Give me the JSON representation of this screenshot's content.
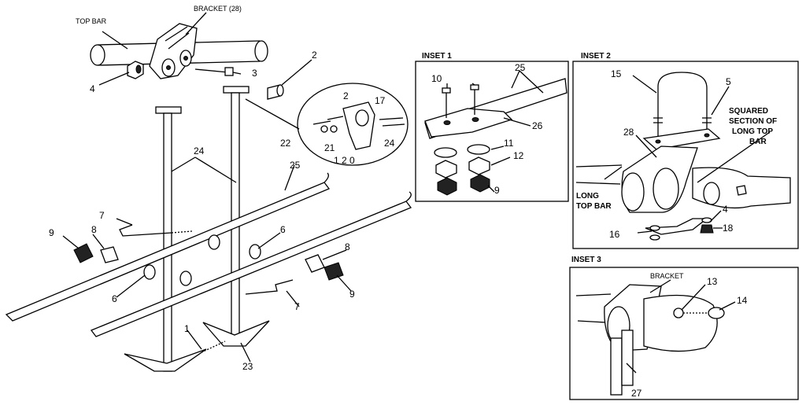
{
  "labels": {
    "top_bar": "TOP BAR",
    "bracket_main": "BRACKET (28)",
    "n4_left": "4",
    "n3": "3",
    "n2_top": "2",
    "n24_left": "24",
    "n25_left": "25",
    "n7_left": "7",
    "n9_left": "9",
    "n8_left": "8",
    "n6_left": "6",
    "n6_right": "6",
    "n8_right": "8",
    "n9_right": "9",
    "n7_right": "7",
    "n1": "1",
    "n23": "23",
    "detail_2": "2",
    "detail_17": "17",
    "detail_22": "22",
    "detail_21": "21",
    "detail_20": "1 2 0",
    "detail_24": "24"
  },
  "inset1": {
    "title": "INSET 1",
    "n10": "10",
    "n25": "25",
    "n26": "26",
    "n11": "11",
    "n12": "12",
    "n9": "9"
  },
  "inset2": {
    "title": "INSET 2",
    "n15": "15",
    "n5": "5",
    "squared_1": "SQUARED",
    "squared_2": "SECTION OF",
    "squared_3": "LONG TOP",
    "squared_4": "BAR",
    "n28": "28",
    "long_top_bar_1": "LONG",
    "long_top_bar_2": "TOP BAR",
    "n4": "4",
    "n16": "16",
    "n18": "18"
  },
  "inset3": {
    "title": "INSET 3",
    "bracket": "BRACKET",
    "n13": "13",
    "n14": "14",
    "n27": "27"
  }
}
